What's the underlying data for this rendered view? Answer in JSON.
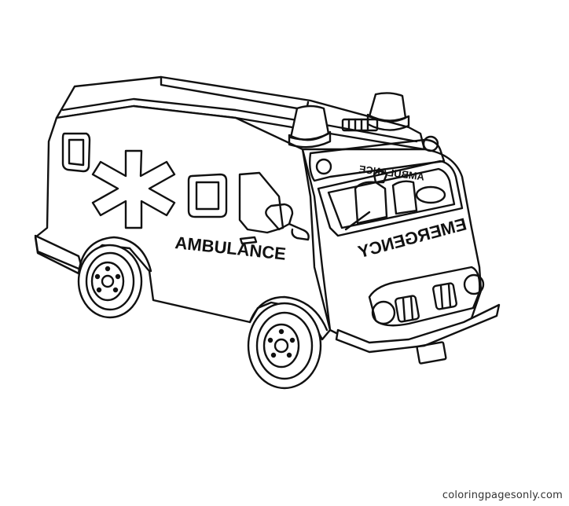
{
  "illustration": {
    "subject": "ambulance",
    "side_label": "AMBULANCE",
    "roof_sign_label": "AMBULANCE",
    "hood_label": "EMERGENCY"
  },
  "watermark": {
    "text": "coloringpagesonly.com"
  },
  "colors": {
    "line": "#111111",
    "background": "#ffffff"
  }
}
